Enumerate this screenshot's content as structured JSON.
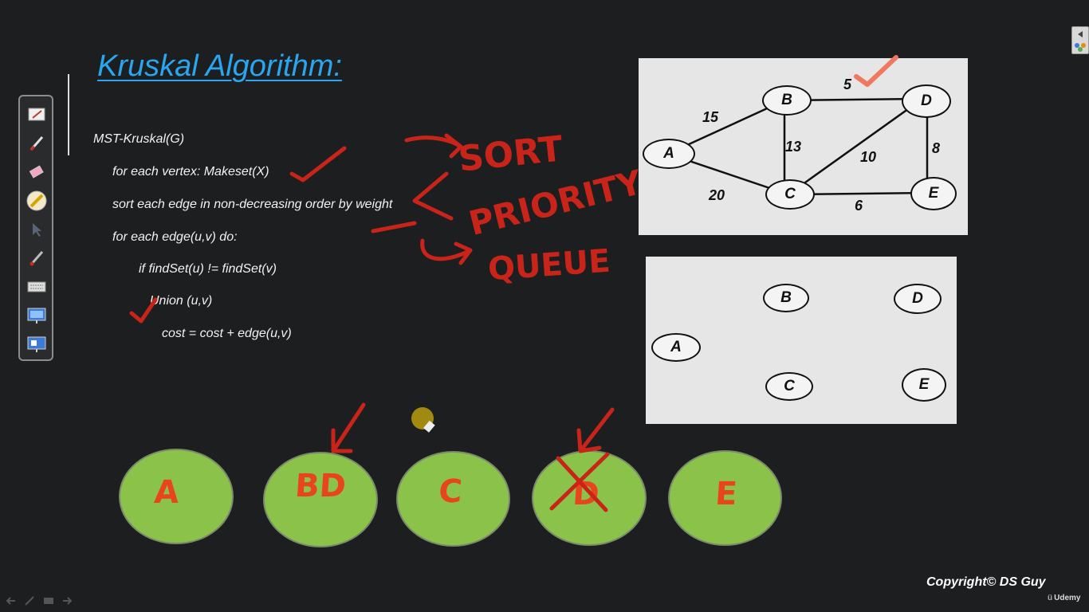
{
  "slide": {
    "title": "Kruskal Algorithm:",
    "code_lines": [
      "MST-Kruskal(G)",
      "for each vertex: Makeset(X)",
      "sort each edge in non-decreasing order by weight",
      "for each edge(u,v) do:",
      "if findSet(u) != findSet(v)",
      "Union (u,v)",
      "cost = cost + edge(u,v)"
    ],
    "annotations": {
      "sort": "SORT",
      "priority": "PRIORITY",
      "queue": "QUEUE"
    }
  },
  "graph": {
    "nodes": [
      "A",
      "B",
      "C",
      "D",
      "E"
    ],
    "edges": [
      {
        "from": "A",
        "to": "B",
        "weight": "15"
      },
      {
        "from": "A",
        "to": "C",
        "weight": "20"
      },
      {
        "from": "B",
        "to": "D",
        "weight": "5"
      },
      {
        "from": "B",
        "to": "C",
        "weight": "13"
      },
      {
        "from": "C",
        "to": "D",
        "weight": "10"
      },
      {
        "from": "D",
        "to": "E",
        "weight": "8"
      },
      {
        "from": "C",
        "to": "E",
        "weight": "6"
      }
    ]
  },
  "forest": {
    "nodes": [
      "B",
      "D",
      "A",
      "C",
      "E"
    ]
  },
  "disjoint_sets": [
    {
      "label": "A",
      "crossed": false
    },
    {
      "label": "BD",
      "crossed": false
    },
    {
      "label": "C",
      "crossed": false
    },
    {
      "label": "D",
      "crossed": true
    },
    {
      "label": "E",
      "crossed": false
    }
  ],
  "footer": {
    "copyright": "Copyright© DS Guy",
    "brand": "Udemy"
  },
  "toolbar": {
    "tools": [
      "whiteboard-icon",
      "pen-icon",
      "eraser-icon",
      "highlighter-icon",
      "pointer-icon",
      "laser-pen-icon",
      "keyboard-icon",
      "screen-capture-icon",
      "display-icon"
    ]
  },
  "colors": {
    "background": "#1c1e20",
    "title": "#2aa6f0",
    "ink": "#d0281c",
    "set_fill": "#8bc34a",
    "panel": "#e6e6e6"
  }
}
